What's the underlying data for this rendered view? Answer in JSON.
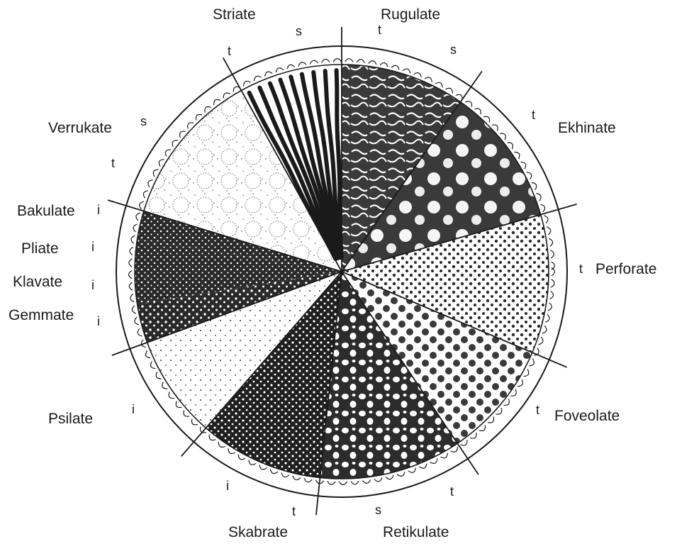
{
  "ornamentation_types": [
    {
      "id": "striate",
      "name": "Striate"
    },
    {
      "id": "rugulate",
      "name": "Rugulate"
    },
    {
      "id": "ekhinate",
      "name": "Ekhinate"
    },
    {
      "id": "perforate",
      "name": "Perforate"
    },
    {
      "id": "foveolate",
      "name": "Foveolate"
    },
    {
      "id": "retikulate",
      "name": "Retikulate"
    },
    {
      "id": "skabrate",
      "name": "Skabrate"
    },
    {
      "id": "psilate",
      "name": "Psilate"
    },
    {
      "id": "gemmate",
      "name": "Gemmate"
    },
    {
      "id": "klavate",
      "name": "Klavate"
    },
    {
      "id": "pliate",
      "name": "Pliate"
    },
    {
      "id": "bakulate",
      "name": "Bakulate"
    },
    {
      "id": "verrukate",
      "name": "Verrukate"
    }
  ],
  "layer_markers": [
    {
      "id": "striate-s",
      "letter": "s"
    },
    {
      "id": "striate-t",
      "letter": "t"
    },
    {
      "id": "rugulate-t",
      "letter": "t"
    },
    {
      "id": "rugulate-s",
      "letter": "s"
    },
    {
      "id": "ekhinate-t",
      "letter": "t"
    },
    {
      "id": "perforate-t",
      "letter": "t"
    },
    {
      "id": "foveolate-t",
      "letter": "t"
    },
    {
      "id": "retikulate-t",
      "letter": "t"
    },
    {
      "id": "retikulate-s",
      "letter": "s"
    },
    {
      "id": "skabrate-t",
      "letter": "t"
    },
    {
      "id": "skabrate-i",
      "letter": "i"
    },
    {
      "id": "psilate-i",
      "letter": "i"
    },
    {
      "id": "gemmate-i",
      "letter": "i"
    },
    {
      "id": "klavate-i",
      "letter": "i"
    },
    {
      "id": "pliate-i",
      "letter": "i"
    },
    {
      "id": "bakulate-i",
      "letter": "i"
    },
    {
      "id": "verrukate-t",
      "letter": "t"
    },
    {
      "id": "verrukate-s",
      "letter": "s"
    }
  ],
  "colors": {
    "ink": "#1a1a1a",
    "paper": "#ffffff"
  }
}
